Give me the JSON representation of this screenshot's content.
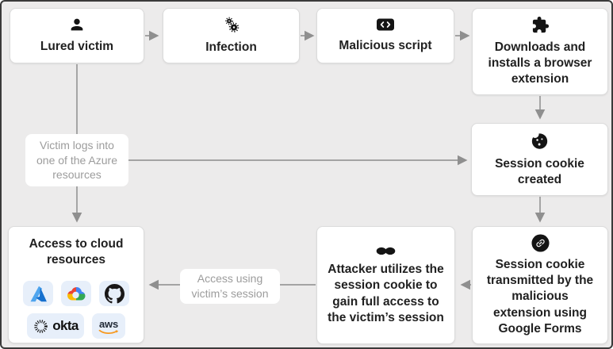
{
  "diagram": {
    "nodes": {
      "lured_victim": {
        "label": "Lured victim",
        "icon": "person-icon"
      },
      "infection": {
        "label": "Infection",
        "icon": "virus-icon"
      },
      "malicious_script": {
        "label": "Malicious script",
        "icon": "code-icon"
      },
      "browser_extension": {
        "label": "Downloads and installs a browser extension",
        "icon": "puzzle-icon"
      },
      "session_cookie_created": {
        "label": "Session cookie created",
        "icon": "cookie-icon"
      },
      "session_cookie_transmitted": {
        "label": "Session cookie transmitted by the malicious extension using Google Forms",
        "icon": "link-icon"
      },
      "attacker_session_access": {
        "label": "Attacker utilizes the session cookie to gain full access to the victim’s session",
        "icon": "mask-icon"
      },
      "access_to_cloud_resources": {
        "label": "Access to cloud resources",
        "logos": [
          "azure",
          "google-cloud",
          "github",
          "okta",
          "aws"
        ]
      }
    },
    "edge_labels": {
      "azure_login": "Victim logs into one of the Azure resources",
      "access_session": "Access using victim’s session"
    },
    "cloud_logos": {
      "okta_text": "okta",
      "aws_text": "aws"
    },
    "edges": [
      {
        "from": "lured_victim",
        "to": "infection"
      },
      {
        "from": "infection",
        "to": "malicious_script"
      },
      {
        "from": "malicious_script",
        "to": "browser_extension"
      },
      {
        "from": "browser_extension",
        "to": "session_cookie_created"
      },
      {
        "from": "lured_victim",
        "to": "access_to_cloud_resources",
        "label": "Victim logs into one of the Azure resources"
      },
      {
        "from": "lured_victim",
        "to": "session_cookie_created",
        "label": "Victim logs into one of the Azure resources"
      },
      {
        "from": "session_cookie_created",
        "to": "session_cookie_transmitted"
      },
      {
        "from": "session_cookie_transmitted",
        "to": "attacker_session_access"
      },
      {
        "from": "attacker_session_access",
        "to": "access_to_cloud_resources",
        "label": "Access using victim’s session"
      }
    ],
    "colors": {
      "background": "#ECEBEB",
      "frame_border": "#3A3A3A",
      "node_bg": "#FFFFFF",
      "node_border": "#DBDBDB",
      "node_text": "#212121",
      "muted_label_text": "#9C9C9C",
      "connector": "#8F8F8F",
      "icon_black": "#141414",
      "logo_tile_bg": "#E7EFFA",
      "azure_blue_light": "#4FA5EE",
      "azure_blue_dark": "#1670CE",
      "google_blue": "#4285F4",
      "google_red": "#EA4335",
      "google_yellow": "#FBBC05",
      "google_green": "#34A853",
      "aws_orange": "#F7981D"
    }
  }
}
